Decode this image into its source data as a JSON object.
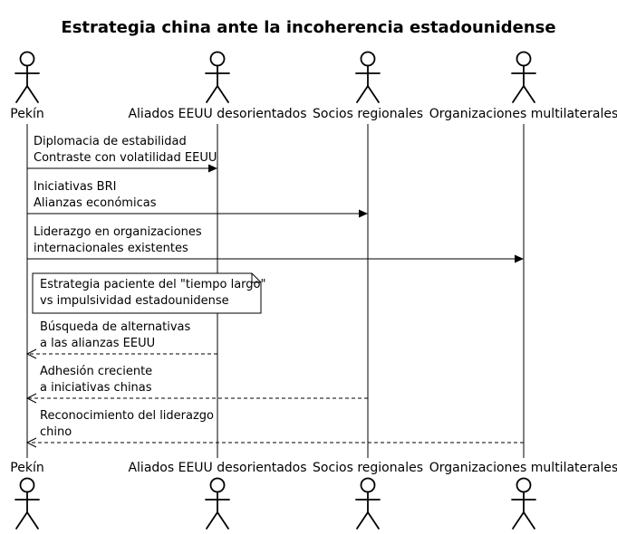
{
  "title": "Estrategia china ante la incoherencia estadounidense",
  "actors": [
    {
      "name": "Pekín"
    },
    {
      "name": "Aliados EEUU desorientados"
    },
    {
      "name": "Socios regionales"
    },
    {
      "name": "Organizaciones multilaterales"
    }
  ],
  "messages": [
    {
      "from": "Pekín",
      "to": "Aliados EEUU desorientados",
      "arrow": "solid",
      "lines": [
        "Diplomacia de estabilidad",
        "Contraste con volatilidad EEUU"
      ]
    },
    {
      "from": "Pekín",
      "to": "Socios regionales",
      "arrow": "solid",
      "lines": [
        "Iniciativas BRI",
        "Alianzas económicas"
      ]
    },
    {
      "from": "Pekín",
      "to": "Organizaciones multilaterales",
      "arrow": "solid",
      "lines": [
        "Liderazgo en organizaciones",
        "internacionales existentes"
      ]
    },
    {
      "from": "Aliados EEUU desorientados",
      "to": "Pekín",
      "arrow": "dashed",
      "lines": [
        "Búsqueda de alternativas",
        "a las alianzas EEUU"
      ]
    },
    {
      "from": "Socios regionales",
      "to": "Pekín",
      "arrow": "dashed",
      "lines": [
        "Adhesión creciente",
        "a iniciativas chinas"
      ]
    },
    {
      "from": "Organizaciones multilaterales",
      "to": "Pekín",
      "arrow": "dashed",
      "lines": [
        "Reconocimiento del liderazgo",
        "chino"
      ]
    }
  ],
  "note": {
    "lines": [
      "Estrategia paciente del \"tiempo largo\"",
      "vs impulsividad estadounidense"
    ]
  },
  "colors": {
    "stroke": "#000000",
    "background": "#ffffff",
    "note_fill": "#ffffff"
  }
}
